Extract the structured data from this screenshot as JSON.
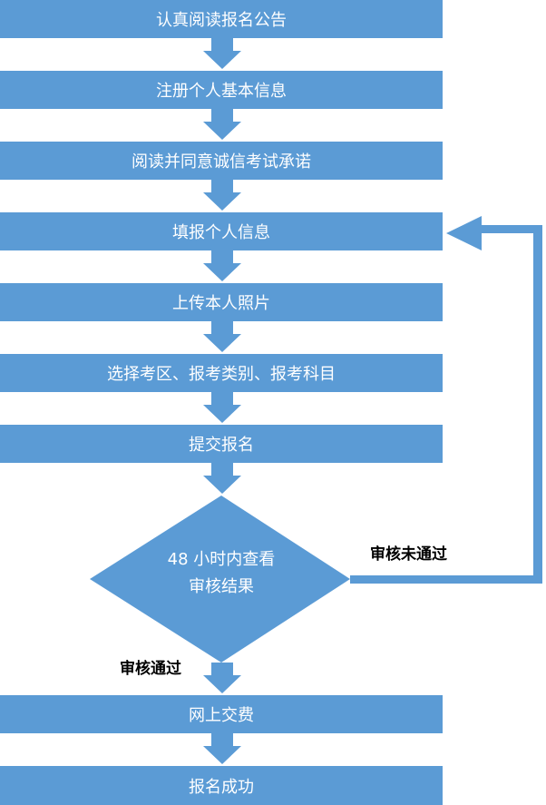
{
  "steps": [
    "认真阅读报名公告",
    "注册个人基本信息",
    "阅读并同意诚信考试承诺",
    "填报个人信息",
    "上传本人照片",
    "选择考区、报考类别、报考科目",
    "提交报名"
  ],
  "decision": {
    "line1": "48 小时内查看",
    "line2": "审核结果"
  },
  "labels": {
    "fail": "审核未通过",
    "pass": "审核通过"
  },
  "after_steps": [
    "网上交费",
    "报名成功"
  ],
  "colors": {
    "box": "#5b9bd5",
    "arrow": "#5b9bd5",
    "text": "#ffffff"
  }
}
